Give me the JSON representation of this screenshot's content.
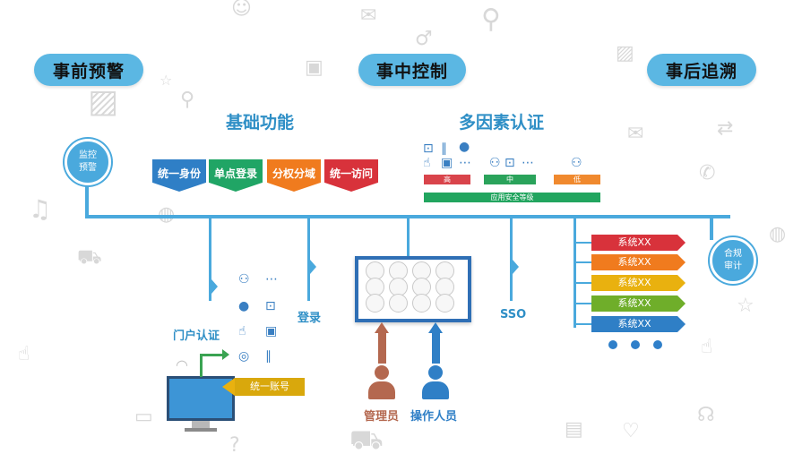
{
  "stages": {
    "before": "事前预警",
    "during": "事中控制",
    "after": "事后追溯"
  },
  "nodes": {
    "monitor_line1": "监控",
    "monitor_line2": "预警",
    "audit_line1": "合规",
    "audit_line2": "审计"
  },
  "basic": {
    "title": "基础功能",
    "items": [
      "统一身份",
      "单点登录",
      "分权分域",
      "统一访问"
    ],
    "colors": [
      "#2f7fc6",
      "#20a565",
      "#f07b1e",
      "#d8323b"
    ]
  },
  "mfa": {
    "title": "多因素认证",
    "levels": [
      "高",
      "中",
      "低"
    ],
    "level_colors": [
      "#d9444b",
      "#2aa35b",
      "#f0892e"
    ],
    "bar_label": "应用安全等级",
    "bar_color": "#22a55f"
  },
  "flow": {
    "portal_auth": "门户认证",
    "login": "登录",
    "sso": "SSO",
    "unified_account": "统一账号",
    "admin": "管理员",
    "operator": "操作人员"
  },
  "systems": {
    "items": [
      "系统XX",
      "系统XX",
      "系统XX",
      "系统XX",
      "系统XX"
    ],
    "colors": [
      "#d8323b",
      "#f07b1e",
      "#e9b10f",
      "#6fae2a",
      "#2f7fc6"
    ]
  }
}
